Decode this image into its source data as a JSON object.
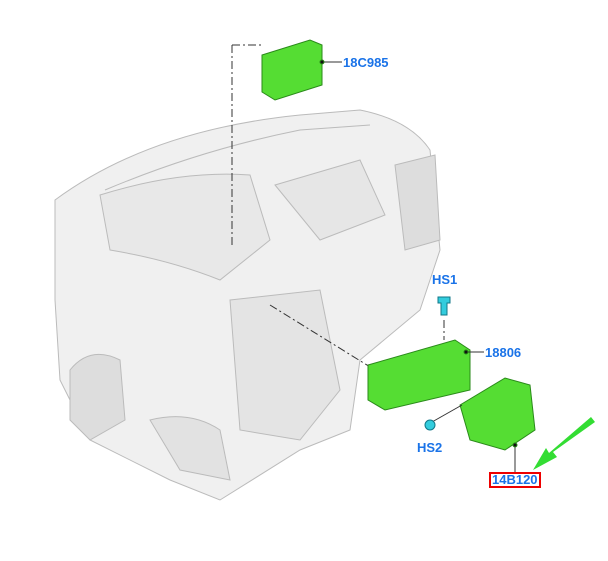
{
  "parts": [
    {
      "id": "18C985",
      "label": "18C985"
    },
    {
      "id": "HS1",
      "label": "HS1"
    },
    {
      "id": "18806",
      "label": "18806"
    },
    {
      "id": "HS2",
      "label": "HS2"
    },
    {
      "id": "14B120",
      "label": "14B120",
      "selected": true
    }
  ],
  "colors": {
    "label": "#1a73e8",
    "part": "#44dd22",
    "highlight_border": "#e00000",
    "arrow": "#33dd33",
    "fastener": "#33ccdd"
  }
}
